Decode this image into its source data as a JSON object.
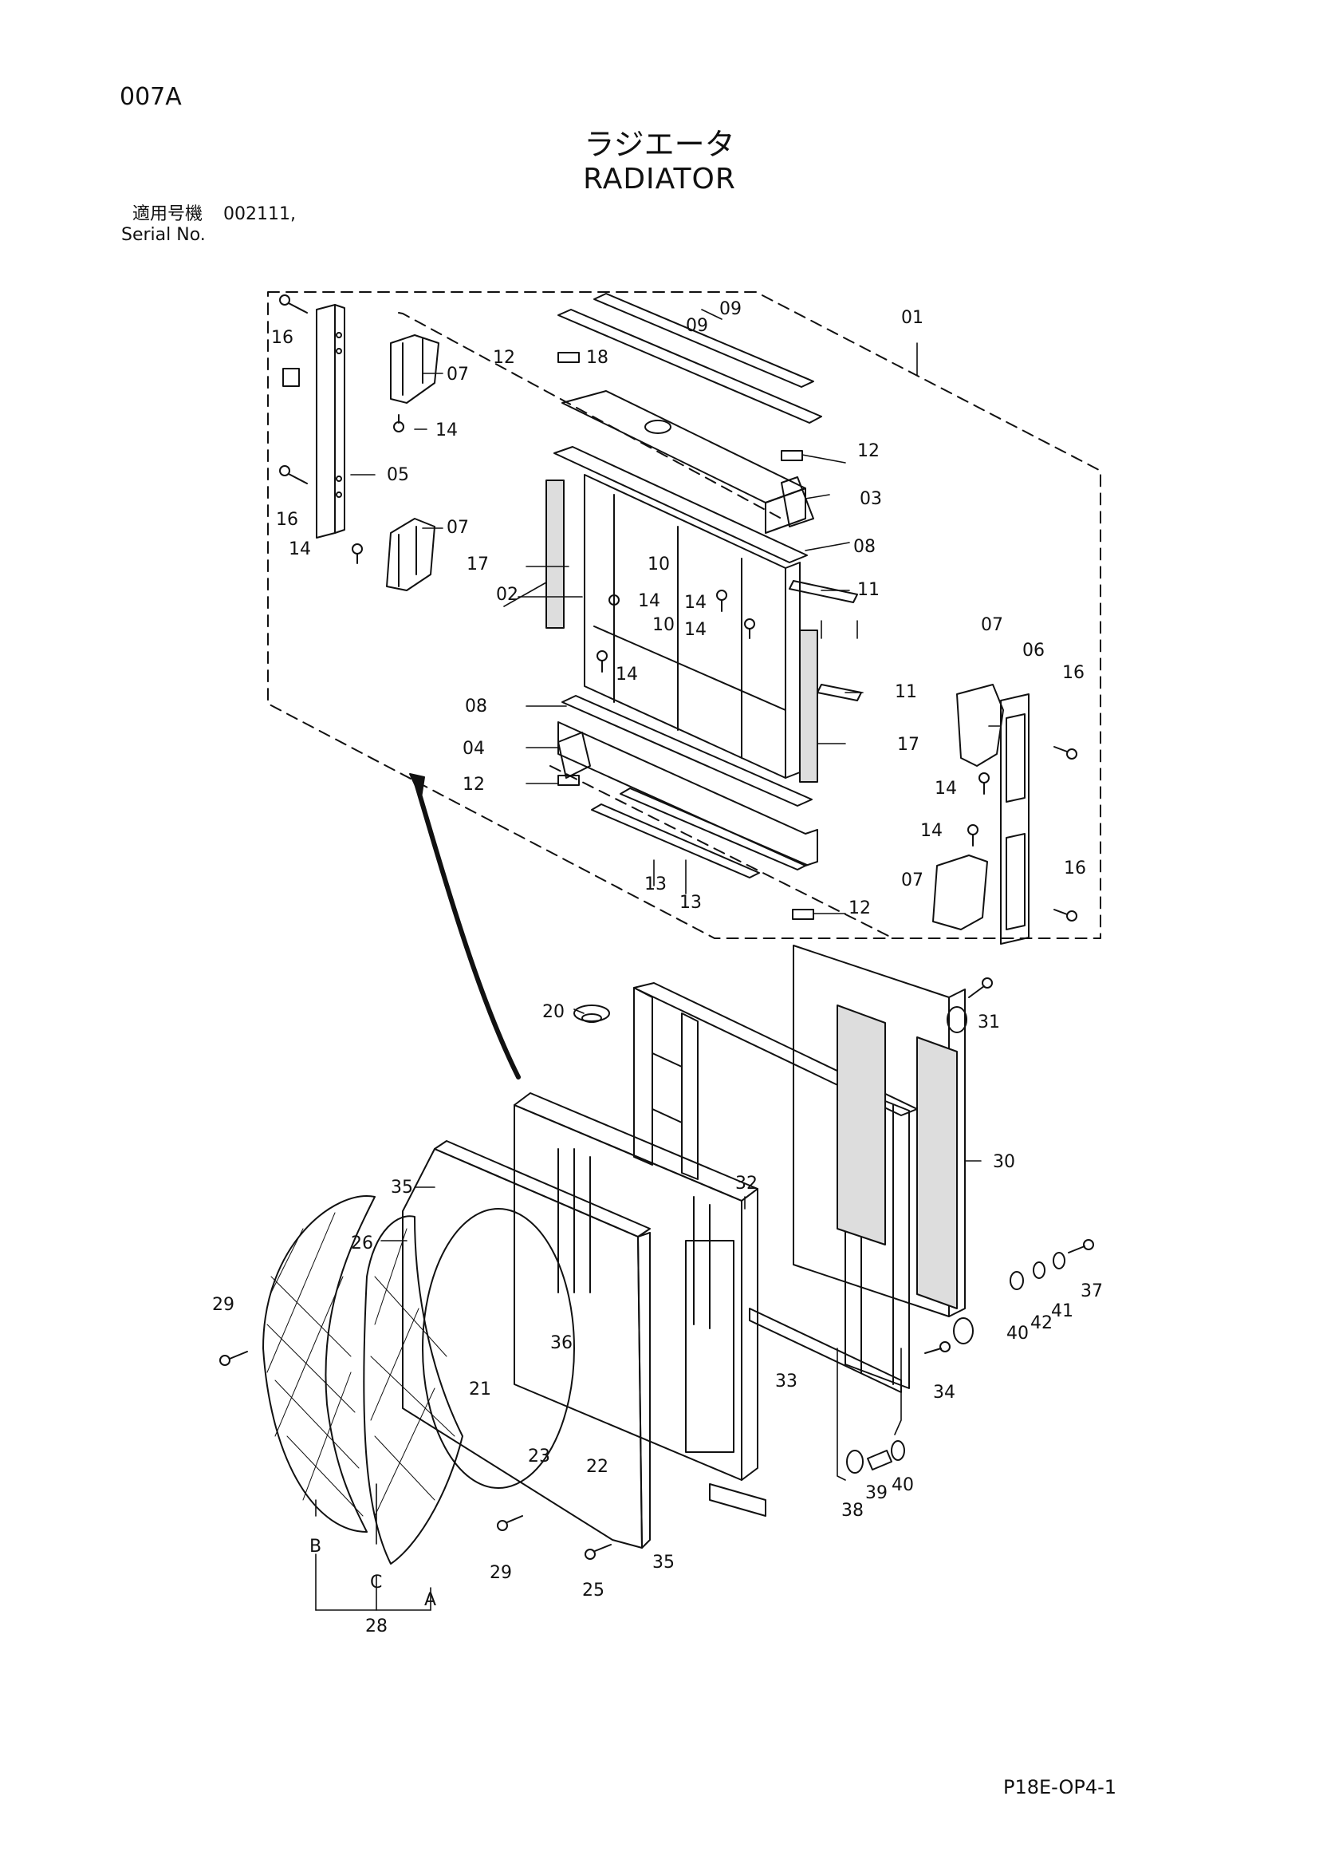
{
  "page": {
    "code": "007A",
    "title_jp": "ラジエータ",
    "title_en": "RADIATOR",
    "serial_label_jp": "適用号機",
    "serial_value": "002111,",
    "serial_label_en": "Serial No.",
    "footer_code": "P18E-OP4-1"
  },
  "callouts": [
    "01",
    "02",
    "03",
    "04",
    "05",
    "06",
    "07",
    "07",
    "07",
    "07",
    "08",
    "08",
    "09",
    "09",
    "10",
    "10",
    "11",
    "11",
    "12",
    "12",
    "12",
    "12",
    "13",
    "13",
    "14",
    "14",
    "14",
    "14",
    "14",
    "14",
    "14",
    "14",
    "16",
    "16",
    "16",
    "16",
    "17",
    "17",
    "18",
    "20",
    "21",
    "22",
    "23",
    "25",
    "26",
    "28",
    "29",
    "29",
    "30",
    "31",
    "32",
    "33",
    "34",
    "35",
    "35",
    "36",
    "37",
    "38",
    "39",
    "40",
    "40",
    "41",
    "42",
    "A",
    "B",
    "C"
  ]
}
